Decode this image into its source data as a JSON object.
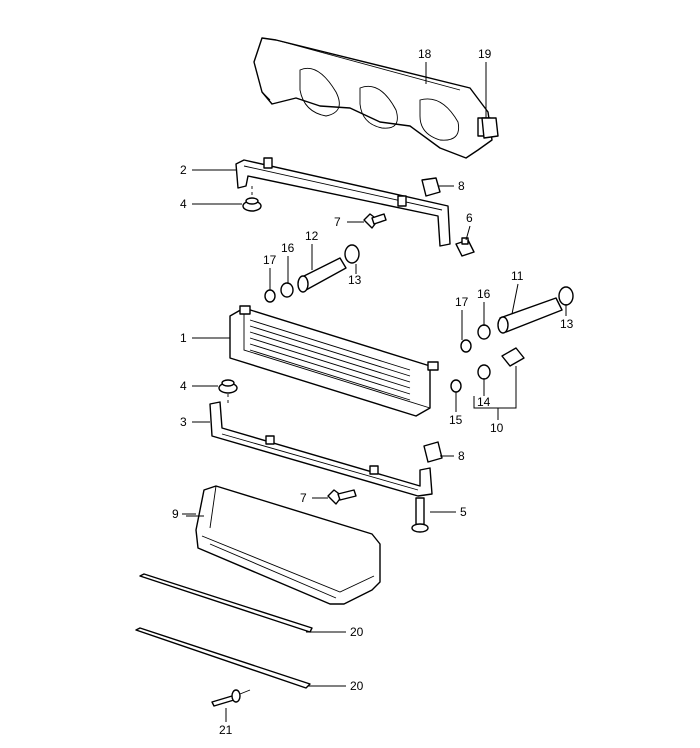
{
  "diagram": {
    "callouts": {
      "c1": "1",
      "c2": "2",
      "c3": "3",
      "c4a": "4",
      "c4b": "4",
      "c5": "5",
      "c6": "6",
      "c7a": "7",
      "c7b": "7",
      "c8a": "8",
      "c8b": "8",
      "c9": "9",
      "c10": "10",
      "c11": "11",
      "c12": "12",
      "c13a": "13",
      "c13b": "13",
      "c14": "14",
      "c15": "15",
      "c16a": "16",
      "c16b": "16",
      "c17a": "17",
      "c17b": "17",
      "c18": "18",
      "c19": "19",
      "c20a": "20",
      "c20b": "20",
      "c21": "21"
    }
  }
}
